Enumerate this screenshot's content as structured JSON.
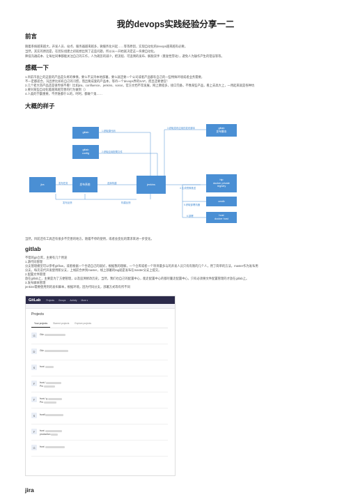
{
  "title": "我的devops实践经验分享一二",
  "sections": {
    "preface": {
      "heading": "前言",
      "lines": [
        "随着系统越来越大，开发人员、站点、服务器越来越多，微服务化兴起……等等原因，实现自动化的devops越来越有必要。",
        "当然，其实的原因是，在团队组建之初就想出到了这些问题，所以从一开始就决定这一块要自动化。",
        "降低沟通成本、让每位同事都能关注自己的工作，人为疏忽的减少，把流程、可追溯的发布、解脱双手（重复性劳动），避免人为操作产生的错误等等。"
      ]
    },
    "feelings": {
      "heading": "感概一下",
      "lines": [
        "1.目前市面上的这套的产品是头疼的事情，要么不支持本地部署，要么就还要一个公司或者产品都有自己的一些特殊环境或者业务需要，",
        "不一定都适合。况且更比如有自己的习惯，而且要成套的产品本，等待一个devops界的SAP，而且还要便宜！",
        "2.几个者大哥产品还是很传统不看！比如jira、confluence、jenkins、sonar，官方文档不常发展，网上教程多，接口完备，不像某些产品，看上去高大上，一用起来就是各种坑",
        "3.要对某些自动化能越来越完善的行为做到（）",
        "4.人类的学霸重要，不然谁都什么的，呵呵，都做个鬼……"
      ]
    },
    "overview": {
      "heading": "大概的样子",
      "caption": "当然，目前还有工具还有很多不完善的地方，随着不停的使用，或者会变化的需求来进一步变化。"
    },
    "gitlab": {
      "heading": "gitlab",
      "lines": [
        "不错的git仓库，主要有几个用途",
        "1.源代码管理",
        "分支管理模型可以参考gitflow，或者根据一个合适自己的就好，根据我的理解，一个仓库或者一个项目最多与的开发人员只有有限的几个人，用了简单的方法，master作为发布用",
        "分支，每次迭代开发使用新分支，上线前合并到master，线上部署的tag就是发布在master分支上提交。",
        "2.配置文件管理",
        "放在gitlab上，主要是为了方便管理，以及追溯修改历史。当然，我们也自己的配置中心，能走配置中心的都尽量走配置中心，只有必须要文件配置管理的才放在gitlab上。",
        "3.发布脚本管理",
        "jenkins需要使用到的发布脚本，根据环境，因为代码分支，部署方式等有所不同"
      ]
    },
    "jira": {
      "heading": "jira"
    }
  },
  "diagram": {
    "boxes": {
      "gitlab": "gitlab",
      "gitlab_config": "gitlab\nconfig",
      "jira": "jira",
      "release": "发布系统",
      "jenkins": "jenkins",
      "gitlab_scripts": "gitlab\n发布脚本",
      "registry": "hip\ndocker private\nregistry",
      "cmdb": "cmdb",
      "host": "host\ndocker host"
    },
    "labels": {
      "get_code": "1.获取源代码",
      "get_config": "2.获取应用配置文件",
      "get_script": "3.获取发布应用的发布脚本",
      "pull_release": "发布任务",
      "select_build": "选择构建",
      "push_image": "4.生成镜像推送",
      "get_host": "5.获取部署机器",
      "deploy": "6.部署",
      "feedback1": "发布反馈",
      "feedback2": "构建反馈"
    }
  },
  "gitlab_ui": {
    "logo": "GitLab",
    "nav": [
      "Projects",
      "Groups",
      "Activity",
      "More ▾"
    ],
    "page_title": "Projects",
    "tabs": [
      "Your projects",
      "Starred projects",
      "Explore projects"
    ],
    "rows": [
      {
        "avatar": "G",
        "title": "Gitz",
        "sub": ""
      },
      {
        "avatar": "D",
        "title": "Gitz",
        "sub": ""
      },
      {
        "avatar": "S",
        "title": "front",
        "sub": ""
      },
      {
        "avatar": "F",
        "title": "front / ",
        "sub": "Pro"
      },
      {
        "avatar": "F",
        "title": "front / g",
        "sub": "Pro"
      },
      {
        "avatar": "S",
        "title": "frontf",
        "sub": ""
      },
      {
        "avatar": "F",
        "title": "front",
        "sub": "production"
      },
      {
        "avatar": "G",
        "title": "front",
        "sub": ""
      }
    ]
  },
  "colors": {
    "box": "#4a8fd4",
    "gitlab_header": "#2b2a4a"
  }
}
